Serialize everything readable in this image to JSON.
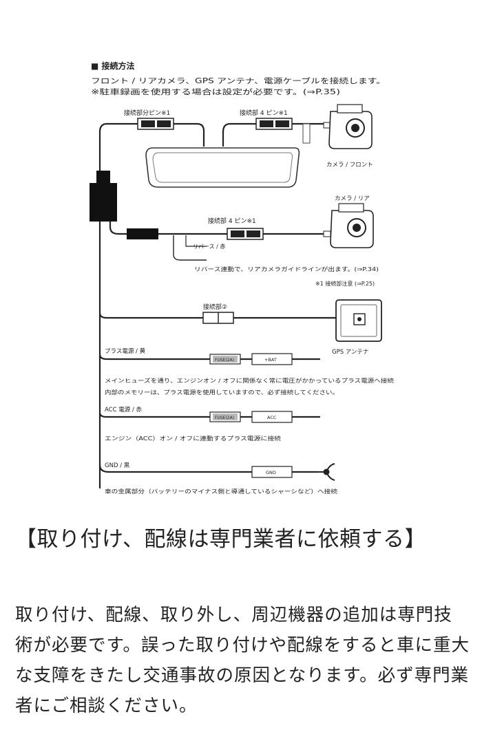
{
  "diagram": {
    "heading": "■ 接続方法",
    "intro_line1": "フロント / リアカメラ、GPS アンテナ、電源ケーブルを接続します。",
    "intro_line2": "※駐車録画を使用する場合は設定が必要です。(⇒P.35)",
    "connector_top_left": "接続部分ピン※1",
    "connector_top_right": "接続部 4 ピン※1",
    "camera_front": "カメラ / フロント",
    "camera_rear": "カメラ / リア",
    "connector_rear": "接続部 4 ピン※1",
    "reverse_label": "リバース / 赤",
    "reverse_note": "リバース連動で、リアカメラガイドラインが出ます。(⇒P.34)",
    "footnote": "※1 接続部注意 (⇒P.25)",
    "connector_gps": "接続部②",
    "gps_antenna": "GPS アンテナ",
    "plus_power": "プラス電源 / 黄",
    "fuse1": "FUSE(2A)",
    "plus_bat": "+BAT",
    "main_fuse_note1": "メインヒューズを通り、エンジンオン / オフに関係なく常に電圧がかかっているプラス電源へ接続",
    "main_fuse_note2": "内部のメモリーは、プラス電源を使用していますので、必ず接続してください。",
    "acc_power": "ACC 電源 / 赤",
    "fuse2": "FUSE(2A)",
    "acc": "ACC",
    "acc_note": "エンジン（ACC）オン / オフに連動するプラス電源に接続",
    "gnd_label": "GND / 黒",
    "gnd": "GND",
    "gnd_note": "車の金属部分（バッテリーのマイナス側と導通しているシャーシなど）へ接続"
  },
  "caption": "【取り付け、配線は専門業者に依頼する】",
  "body": "取り付け、配線、取り外し、周辺機器の追加は専門技術が必要です。誤った取り付けや配線をすると車に重大な支障をきたし交通事故の原因となります。必ず専門業者にご相談ください。"
}
